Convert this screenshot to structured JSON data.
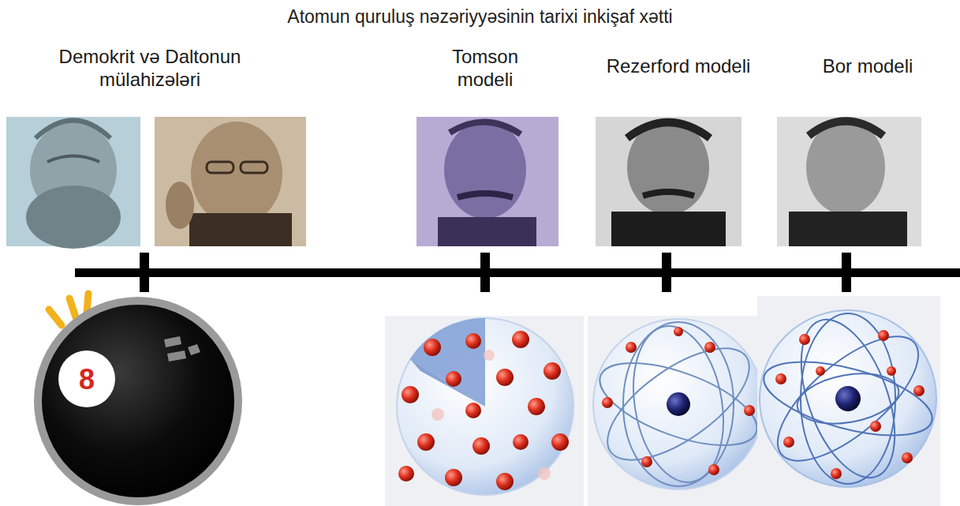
{
  "diagram": {
    "title": "Atomun quruluş nəzəriyyəsinin tarixi inkişaf xətti",
    "labels": [
      "Demokrit və Daltonun mülahizələri",
      "Tomson modeli",
      "Rezerford modeli",
      "Bor modeli",
      "8"
    ]
  }
}
